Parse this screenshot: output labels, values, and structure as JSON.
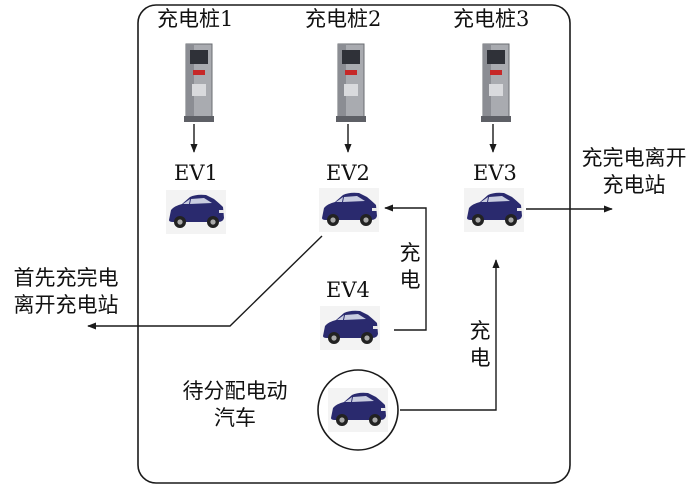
{
  "stations": [
    {
      "label": "充电桩1"
    },
    {
      "label": "充电桩2"
    },
    {
      "label": "充电桩3"
    }
  ],
  "vehicles": [
    {
      "label": "EV1"
    },
    {
      "label": "EV2"
    },
    {
      "label": "EV3"
    },
    {
      "label": "EV4"
    }
  ],
  "labels": {
    "ev3_leave_line1": "充完电离开",
    "ev3_leave_line2": "充电站",
    "first_leave_line1": "首先充完电",
    "first_leave_line2": "离开充电站",
    "charge_a": [
      "充",
      "电"
    ],
    "charge_b": [
      "充",
      "电"
    ],
    "waiting_line1": "待分配电动",
    "waiting_line2": "汽车"
  },
  "colors": {
    "car_body": "#2a2a6e",
    "charger_body": "#a9abb0",
    "line": "#1a1a1a"
  }
}
